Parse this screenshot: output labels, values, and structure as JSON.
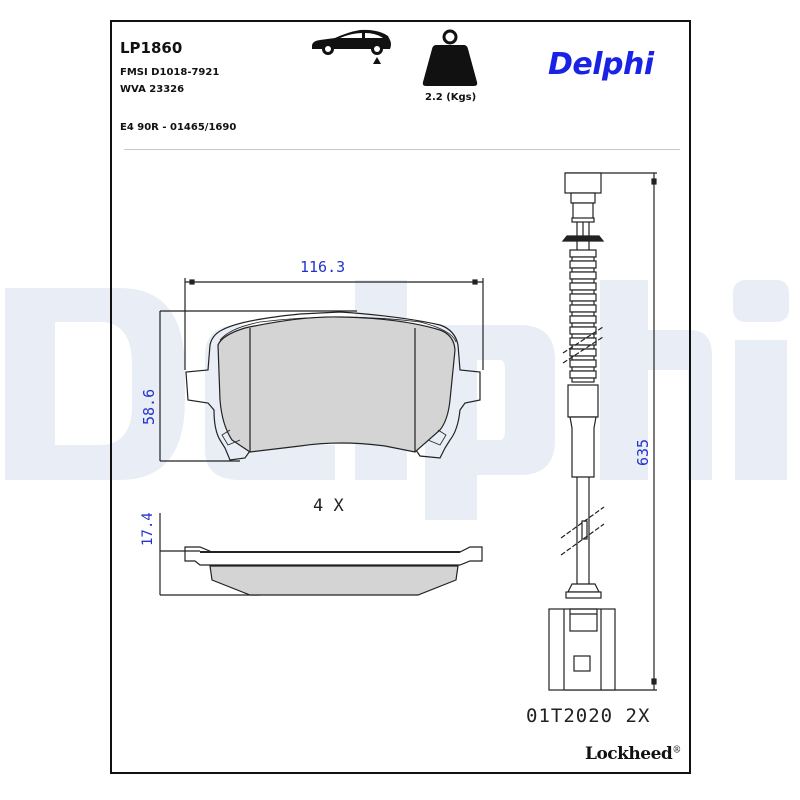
{
  "header": {
    "part_number": "LP1860",
    "fmsi": "FMSI D1018-7921",
    "wva": "WVA 23326",
    "approval": "E4 90R - 01465/1690",
    "axle_icon": "car-rear-axle-icon",
    "weight_icon": "weight-icon",
    "weight_label": "2.2 (Kgs)",
    "brand": "Delphi",
    "brand_color": "#1a22e6"
  },
  "watermark": {
    "text": "Delphi",
    "color": "#e9eef6"
  },
  "brake_pad": {
    "width_dim": "116.3",
    "height_dim": "58.6",
    "thickness_dim": "17.4",
    "quantity": "4 X",
    "dim_color": "#2233cc",
    "pad_fill": "#d4d4d4"
  },
  "wear_sensor": {
    "length_dim": "635",
    "code": "01T2020  2X"
  },
  "footer": {
    "brand": "Lockheed",
    "registered_mark": "®"
  }
}
